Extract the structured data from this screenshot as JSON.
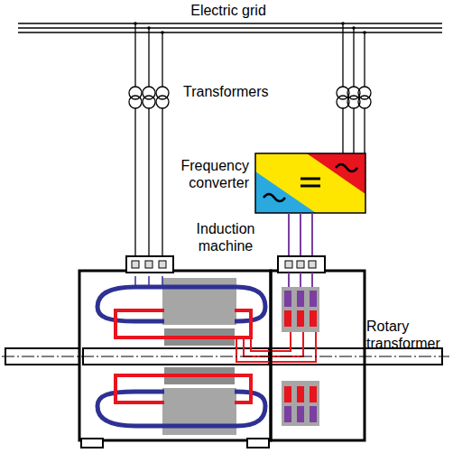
{
  "diagram": {
    "labels": [
      "Electric grid",
      "Transformers",
      "Frequency converter",
      "Induction machine",
      "Rotary transformer"
    ]
  }
}
